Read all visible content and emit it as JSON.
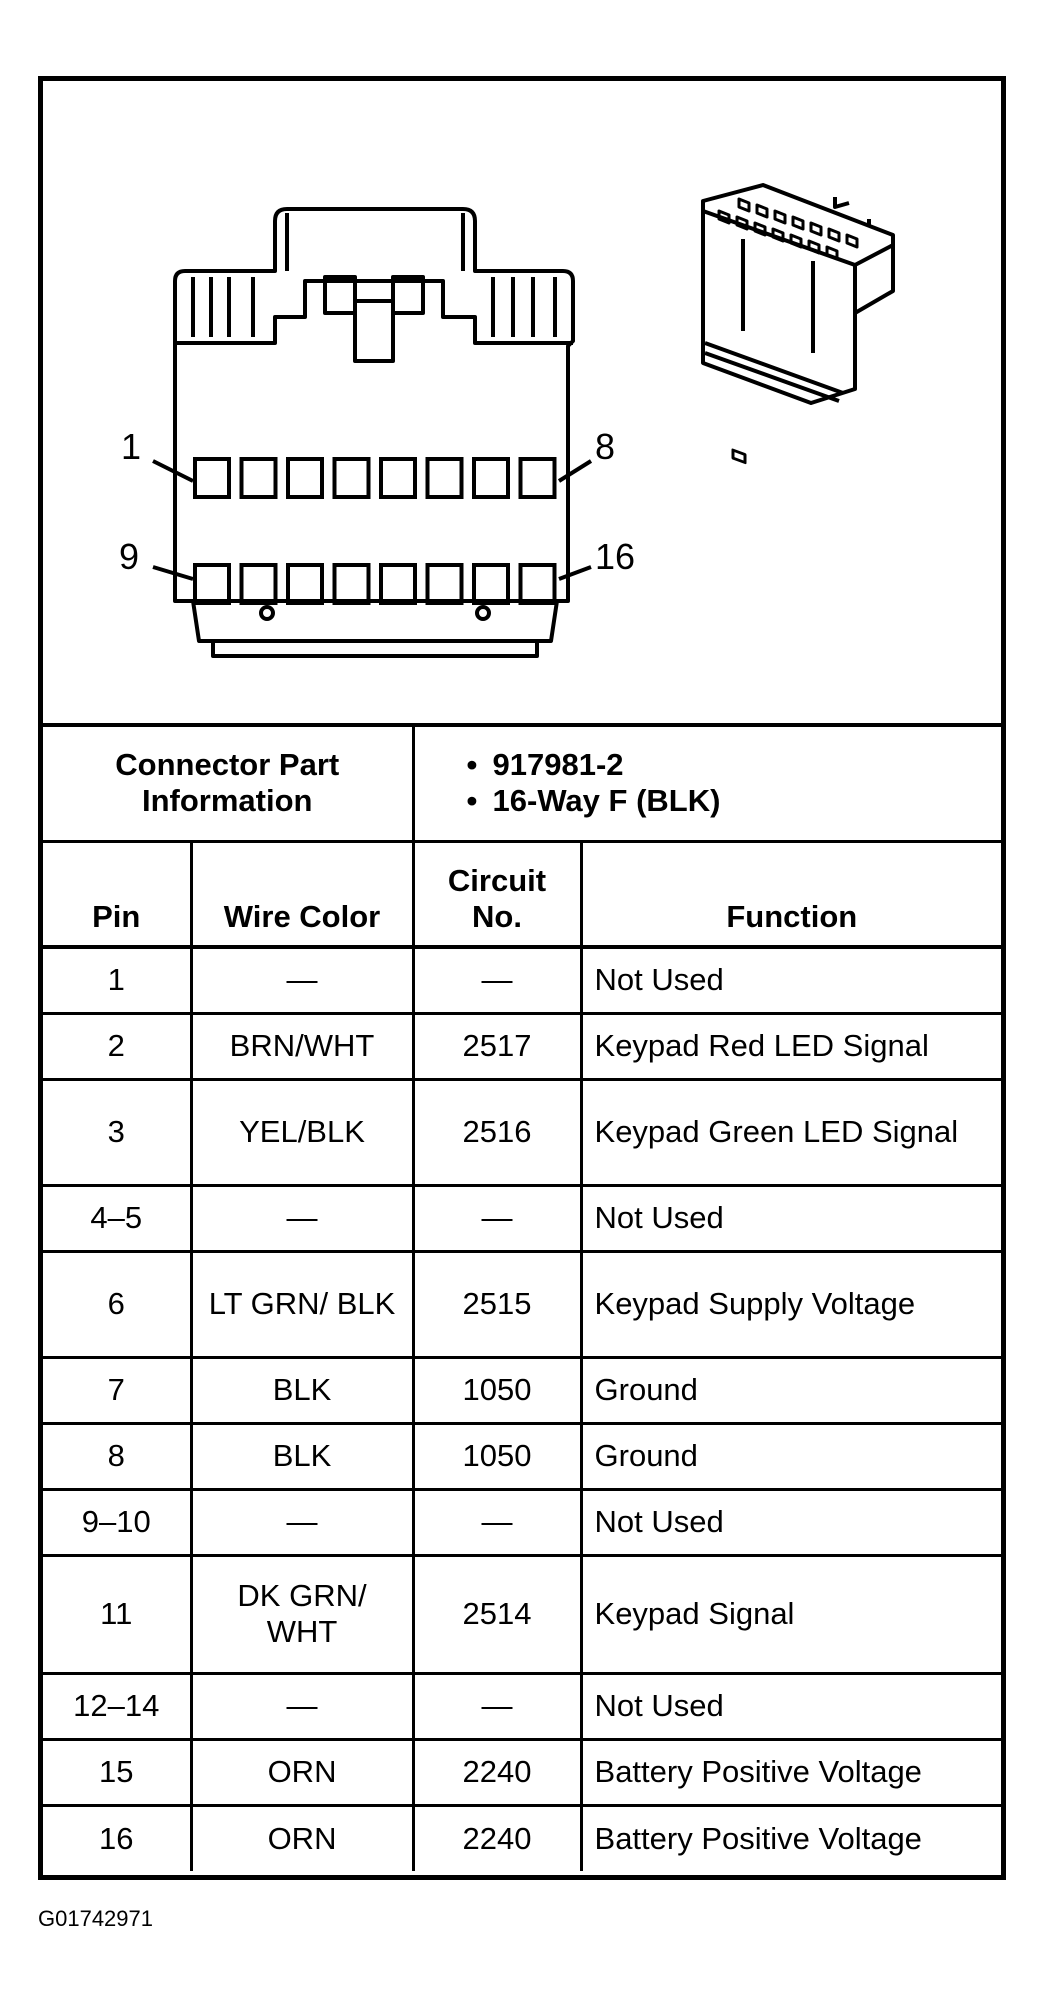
{
  "diagram": {
    "pin_labels": {
      "top_left": "1",
      "top_right": "8",
      "bottom_left": "9",
      "bottom_right": "16"
    },
    "cavities_per_row": 8
  },
  "connector_info": {
    "label": "Connector Part Information",
    "items": [
      "917981-2",
      "16-Way F (BLK)"
    ]
  },
  "table": {
    "headers": {
      "pin": "Pin",
      "wire_color": "Wire Color",
      "circuit": "Circuit No.",
      "function": "Function"
    },
    "rows": [
      {
        "pin": "1",
        "wire": "—",
        "circuit": "—",
        "function": "Not Used"
      },
      {
        "pin": "2",
        "wire": "BRN/WHT",
        "circuit": "2517",
        "function": "Keypad Red LED Signal"
      },
      {
        "pin": "3",
        "wire": "YEL/BLK",
        "circuit": "2516",
        "function": "Keypad Green LED Signal"
      },
      {
        "pin": "4–5",
        "wire": "—",
        "circuit": "—",
        "function": "Not Used"
      },
      {
        "pin": "6",
        "wire": "LT GRN/ BLK",
        "circuit": "2515",
        "function": "Keypad Supply Voltage"
      },
      {
        "pin": "7",
        "wire": "BLK",
        "circuit": "1050",
        "function": "Ground"
      },
      {
        "pin": "8",
        "wire": "BLK",
        "circuit": "1050",
        "function": "Ground"
      },
      {
        "pin": "9–10",
        "wire": "—",
        "circuit": "—",
        "function": "Not Used"
      },
      {
        "pin": "11",
        "wire": "DK GRN/ WHT",
        "circuit": "2514",
        "function": "Keypad Signal"
      },
      {
        "pin": "12–14",
        "wire": "—",
        "circuit": "—",
        "function": "Not Used"
      },
      {
        "pin": "15",
        "wire": "ORN",
        "circuit": "2240",
        "function": "Battery Positive Voltage"
      },
      {
        "pin": "16",
        "wire": "ORN",
        "circuit": "2240",
        "function": "Battery Positive Voltage"
      }
    ]
  },
  "footer": {
    "figure_id": "G01742971"
  }
}
